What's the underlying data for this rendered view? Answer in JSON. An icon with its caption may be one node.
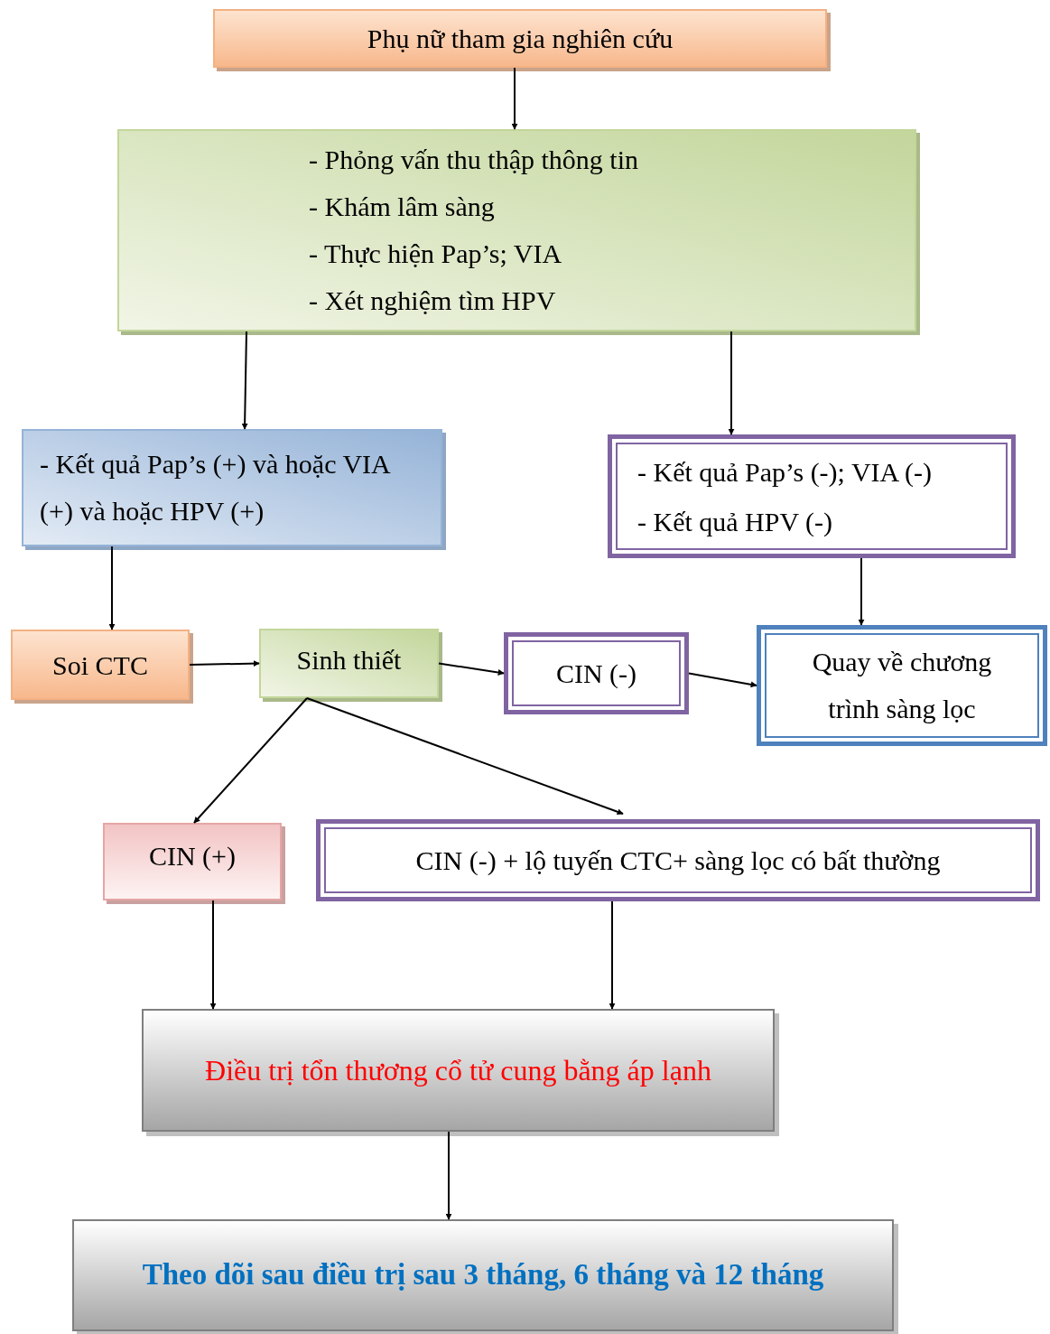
{
  "diagram": {
    "nodes": [
      {
        "text": [
          "Phụ nữ tham gia nghiên cứu"
        ]
      },
      {
        "text": [
          "- Phỏng vấn thu thập thông tin",
          "- Khám lâm sàng",
          "- Thực hiện Pap’s; VIA",
          "- Xét nghiệm tìm HPV"
        ]
      },
      {
        "text": [
          "- Kết quả Pap’s (+) và hoặc VIA (+) và hoặc HPV (+)"
        ]
      },
      {
        "text": [
          "- Kết quả Pap’s (-); VIA (-)",
          "- Kết quả HPV (-)"
        ]
      },
      {
        "text": [
          "Soi CTC"
        ]
      },
      {
        "text": [
          "Sinh thiết"
        ]
      },
      {
        "text": [
          "CIN (-)"
        ]
      },
      {
        "text": [
          "Quay về chương trình sàng lọc"
        ]
      },
      {
        "text": [
          "CIN (+)"
        ]
      },
      {
        "text": [
          "CIN (-) + lộ tuyến CTC+ sàng lọc có bất thường"
        ]
      },
      {
        "text": [
          "Điều trị tổn thương cổ tử cung bằng áp lạnh"
        ]
      },
      {
        "text": [
          "Theo dõi sau điều trị sau 3 tháng, 6 tháng và 12 tháng"
        ]
      }
    ],
    "edges": [
      {
        "from": 0,
        "to": 1,
        "arrow": "to"
      },
      {
        "from": 1,
        "to": 2,
        "arrow": "to"
      },
      {
        "from": 1,
        "to": 3,
        "arrow": "to"
      },
      {
        "from": 2,
        "to": 4,
        "arrow": "to"
      },
      {
        "from": 4,
        "to": 5,
        "arrow": "to"
      },
      {
        "from": 5,
        "to": 6,
        "arrow": "to"
      },
      {
        "from": 6,
        "to": 7,
        "arrow": "to"
      },
      {
        "from": 3,
        "to": 7,
        "arrow": "to"
      },
      {
        "from": 5,
        "to": 8,
        "arrow": "to"
      },
      {
        "from": 5,
        "to": 9,
        "arrow": "to"
      },
      {
        "from": 8,
        "to": 10,
        "arrow": "to"
      },
      {
        "from": 9,
        "to": 10,
        "arrow": "to"
      },
      {
        "from": 10,
        "to": 11,
        "arrow": "to"
      }
    ]
  }
}
